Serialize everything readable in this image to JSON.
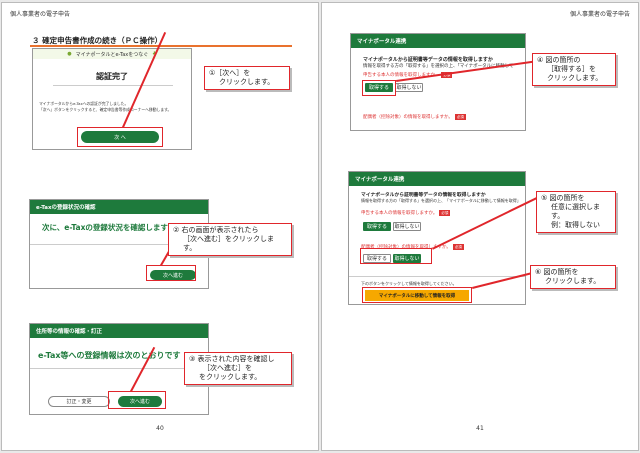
{
  "header": {
    "left": "個人事業者の電子申告",
    "right": "個人事業者の電子申告"
  },
  "page_numbers": {
    "left": "40",
    "right": "41"
  },
  "section_title": "３ 確定申告書作成の続き（ＰＣ操作）",
  "shot1": {
    "banner": "マイナポータルとe-Taxをつなぐ",
    "title": "認証完了",
    "body1": "マイナポータルからe-Taxへの認証が完了しました。",
    "body2": "「次へ」ボタンをクリックすると、確定申告書等作成コーナーへ移動します。",
    "next_button": "次 へ"
  },
  "callout1": {
    "line1": "①［次へ］を",
    "line2": "クリックします。"
  },
  "shot2": {
    "bar": "e-Taxの登録状況の確認",
    "message": "次に、e-Taxの登録状況を確認します",
    "next_button": "次へ進む"
  },
  "callout2": {
    "line1": "② 右の画面が表示されたら",
    "line2": "［次へ進む］をクリックします。"
  },
  "shot3": {
    "bar": "住所等の情報の確認・訂正",
    "message": "e-Tax等への登録情報は次のとおりです",
    "fix_button": "訂正・変更",
    "next_button": "次へ進む"
  },
  "callout3": {
    "line1": "③ 表示された内容を確認し",
    "line2": "［次へ進む］を",
    "line3": "をクリックします。"
  },
  "shot4": {
    "bar": "マイナポータル連携",
    "title": "マイナポータルから証明書等データの情報を取得しますか",
    "desc": "情報を取得する方の「取得する」を選択の上、「マイナポータルに移動して",
    "item1": "申告する本人の情報を取得しますか。",
    "acquire": "取得する",
    "not_acquire": "取得しない",
    "item2": "配偶者（控除対象）の情報を取得しますか。",
    "required": "必須"
  },
  "callout4": {
    "line1": "④ 図の箇所の",
    "line2": "［取得する］を",
    "line3": "クリックします。"
  },
  "shot5": {
    "bar": "マイナポータル連携",
    "title": "マイナポータルから証明書等データの情報を取得しますか",
    "desc": "情報を取得する方の「取得する」を選択の上、「マイナポータルに移動して情報を取得」",
    "item1": "申告する本人の情報を取得しますか。",
    "acquire": "取得する",
    "not_acquire": "取得しない",
    "item2": "配偶者（控除対象）の情報を取得しますか。",
    "notice": "下のボタンをクリックして情報を取得してください。",
    "move_button": "マイナポータルに移動して情報を取得",
    "required": "必須"
  },
  "callout5": {
    "line1": "⑤ 図の箇所を",
    "line2": "任意に選択します。",
    "line3": "例：取得しない"
  },
  "callout6": {
    "line1": "⑥ 図の箇所を",
    "line2": "クリックします。"
  },
  "colors": {
    "accent_green": "#1e7a3c",
    "callout_red": "#e0262b",
    "title_underline": "#e9722e"
  }
}
